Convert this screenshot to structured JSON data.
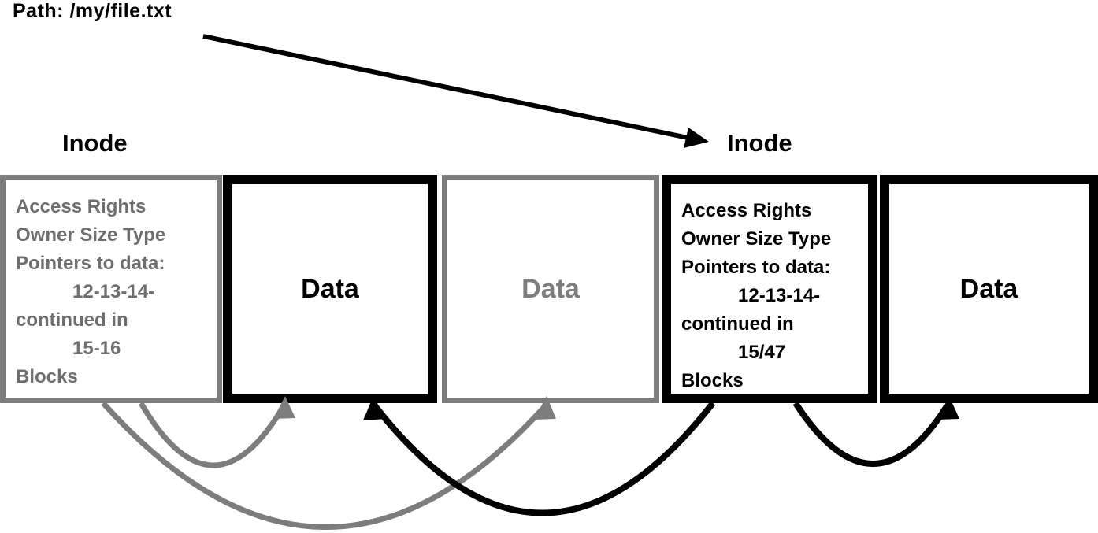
{
  "title": "Path: /my/file.txt",
  "labels": {
    "left_inode": "Inode",
    "right_inode": "Inode"
  },
  "colors": {
    "old_version_gray": "#7d7d7d",
    "new_version_black": "#000000",
    "background": "#ffffff"
  },
  "boxes": {
    "inode_old": {
      "kind": "inode",
      "color": "gray",
      "lines": [
        "Access Rights",
        "Owner Size Type",
        "Pointers to data:",
        "12-13-14-",
        "continued in",
        "15-16",
        "Blocks"
      ]
    },
    "data1": {
      "kind": "data",
      "color": "black",
      "label": "Data"
    },
    "data2": {
      "kind": "data",
      "color": "gray",
      "label": "Data"
    },
    "inode_new": {
      "kind": "inode",
      "color": "black",
      "lines": [
        "Access Rights",
        "Owner Size Type",
        "Pointers to data:",
        "12-13-14-",
        "continued in",
        "15/47",
        "Blocks"
      ]
    },
    "data3": {
      "kind": "data",
      "color": "black",
      "label": "Data"
    }
  },
  "arrows": {
    "path_lookup": {
      "from": "path-title",
      "to": "inode-label-right",
      "color": "#000000"
    },
    "pointer_arcs": [
      {
        "from": "inode-old",
        "to": "data1",
        "color": "#7d7d7d"
      },
      {
        "from": "inode-old",
        "to": "data2",
        "color": "#7d7d7d"
      },
      {
        "from": "inode-new",
        "to": "data1",
        "color": "#000000"
      },
      {
        "from": "inode-new",
        "to": "data3",
        "color": "#000000"
      }
    ]
  }
}
